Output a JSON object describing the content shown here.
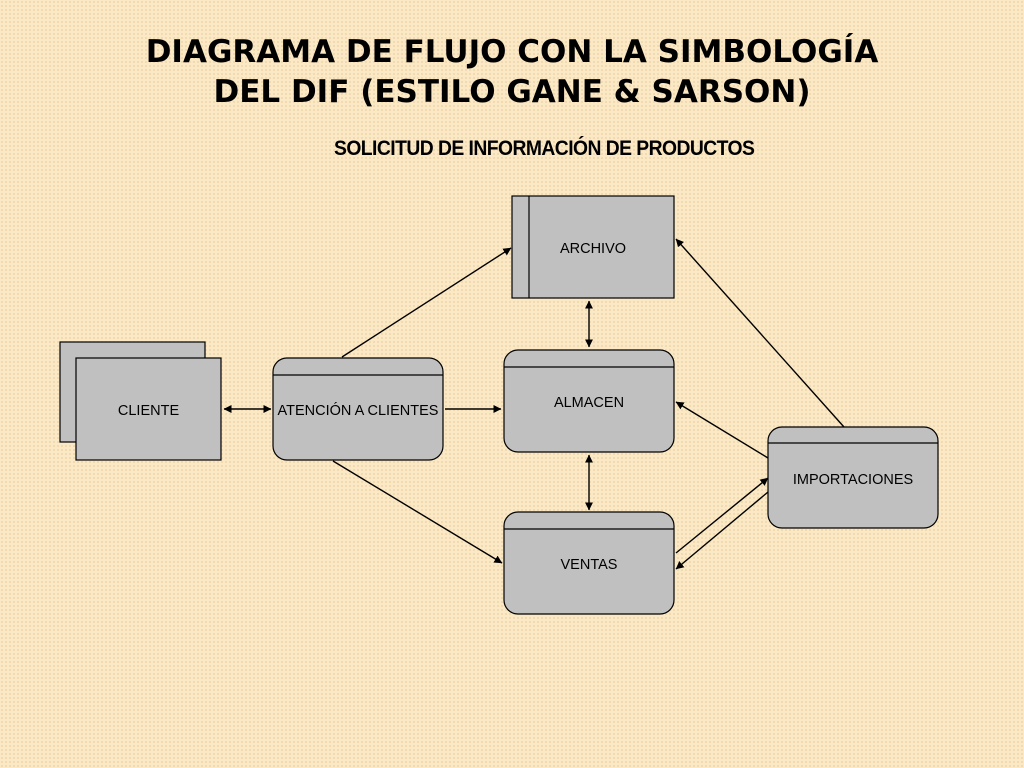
{
  "title": {
    "line1": "DIAGRAMA DE FLUJO CON LA SIMBOLOGÍA",
    "line2": "DEL DIF (ESTILO GANE & SARSON)"
  },
  "subtitle": "SOLICITUD DE INFORMACIÓN DE PRODUCTOS",
  "colors": {
    "background": "#fbe8c4",
    "shape_fill": "#c0c0c0",
    "stroke": "#000000"
  },
  "nodes": {
    "cliente": {
      "label": "CLIENTE",
      "kind": "external-entity"
    },
    "atencion": {
      "label": "ATENCIÓN A CLIENTES",
      "kind": "process"
    },
    "archivo": {
      "label": "ARCHIVO",
      "kind": "data-store"
    },
    "almacen": {
      "label": "ALMACEN",
      "kind": "process"
    },
    "ventas": {
      "label": "VENTAS",
      "kind": "process"
    },
    "importaciones": {
      "label": "IMPORTACIONES",
      "kind": "process"
    }
  },
  "flows": [
    {
      "from": "cliente",
      "to": "atencion",
      "direction": "both"
    },
    {
      "from": "atencion",
      "to": "archivo",
      "direction": "forward"
    },
    {
      "from": "atencion",
      "to": "almacen",
      "direction": "forward"
    },
    {
      "from": "atencion",
      "to": "ventas",
      "direction": "forward"
    },
    {
      "from": "archivo",
      "to": "almacen",
      "direction": "both"
    },
    {
      "from": "almacen",
      "to": "ventas",
      "direction": "both"
    },
    {
      "from": "importaciones",
      "to": "archivo",
      "direction": "forward"
    },
    {
      "from": "importaciones",
      "to": "almacen",
      "direction": "forward"
    },
    {
      "from": "ventas",
      "to": "importaciones",
      "direction": "forward"
    },
    {
      "from": "importaciones",
      "to": "ventas",
      "direction": "forward"
    }
  ]
}
